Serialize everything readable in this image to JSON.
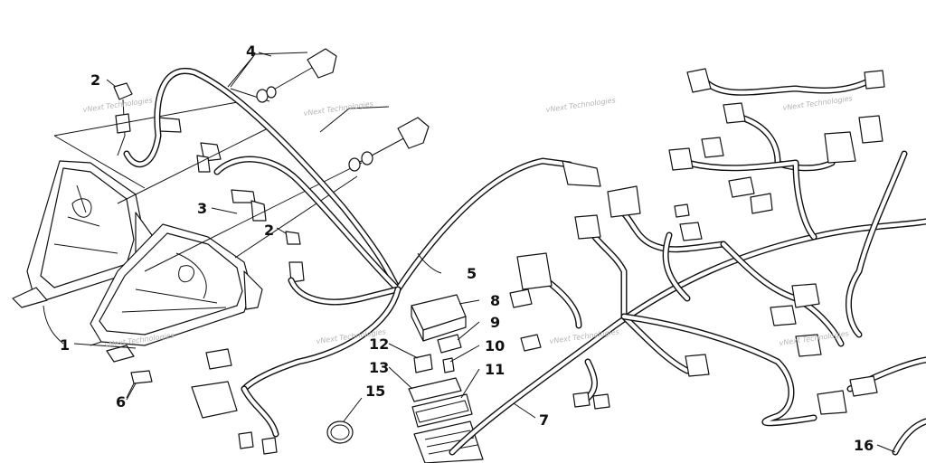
{
  "callouts": [
    {
      "id": "c1",
      "label": "1"
    },
    {
      "id": "c2a",
      "label": "2"
    },
    {
      "id": "c2b",
      "label": "2"
    },
    {
      "id": "c3",
      "label": "3"
    },
    {
      "id": "c4",
      "label": "4"
    },
    {
      "id": "c5",
      "label": "5"
    },
    {
      "id": "c6",
      "label": "6"
    },
    {
      "id": "c7",
      "label": "7"
    },
    {
      "id": "c8",
      "label": "8"
    },
    {
      "id": "c9",
      "label": "9"
    },
    {
      "id": "c10",
      "label": "10"
    },
    {
      "id": "c11",
      "label": "11"
    },
    {
      "id": "c12",
      "label": "12"
    },
    {
      "id": "c13",
      "label": "13"
    },
    {
      "id": "c15",
      "label": "15"
    },
    {
      "id": "c16",
      "label": "16"
    }
  ],
  "watermark": "vNext Technologies",
  "colors": {
    "line": "#111111",
    "watermark": "#b5b5b5",
    "background": "#ffffff"
  }
}
